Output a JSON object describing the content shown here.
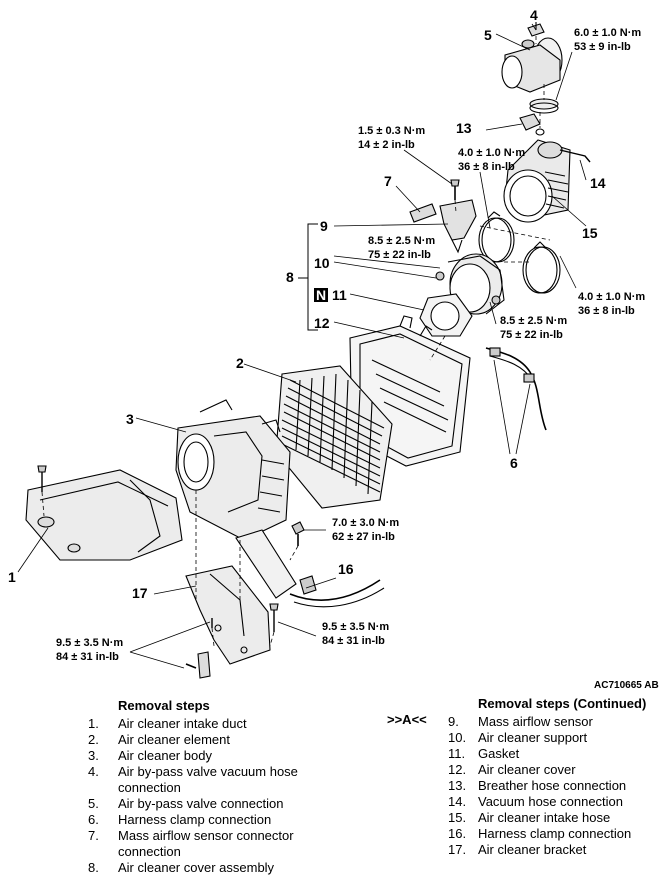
{
  "callouts": [
    "1",
    "2",
    "3",
    "4",
    "5",
    "6",
    "7",
    "8",
    "9",
    "10",
    "11",
    "12",
    "13",
    "14",
    "15",
    "16",
    "17"
  ],
  "new_part_badge": "N",
  "torque_specs": {
    "t_5_top": [
      "6.0 ± 1.0 N·m",
      "53 ± 9 in-lb"
    ],
    "t_7_top": [
      "1.5 ± 0.3 N·m",
      "14 ± 2 in-lb"
    ],
    "t_clamp_upper": [
      "4.0 ± 1.0 N·m",
      "36 ± 8 in-lb"
    ],
    "t_10": [
      "8.5 ± 2.5 N·m",
      "75 ± 22 in-lb"
    ],
    "t_clamp_lower": [
      "4.0 ± 1.0 N·m",
      "36 ± 8 in-lb"
    ],
    "t_11": [
      "8.5 ± 2.5 N·m",
      "75 ± 22 in-lb"
    ],
    "t_body": [
      "7.0 ± 3.0 N·m",
      "62 ± 27 in-lb"
    ],
    "t_bracket_left": [
      "9.5 ± 3.5 N·m",
      "84 ± 31 in-lb"
    ],
    "t_bracket_right": [
      "9.5 ± 3.5 N·m",
      "84 ± 31 in-lb"
    ]
  },
  "figure_code": "AC710665 AB",
  "removal_steps": {
    "title": "Removal steps",
    "items": [
      {
        "num": "1.",
        "text": "Air cleaner intake duct"
      },
      {
        "num": "2.",
        "text": "Air cleaner element"
      },
      {
        "num": "3.",
        "text": "Air cleaner body"
      },
      {
        "num": "4.",
        "text": "Air by-pass valve vacuum hose"
      },
      {
        "num": "",
        "text": "connection"
      },
      {
        "num": "5.",
        "text": "Air by-pass valve connection"
      },
      {
        "num": "6.",
        "text": "Harness clamp connection"
      },
      {
        "num": "7.",
        "text": "Mass airflow sensor connector"
      },
      {
        "num": "",
        "text": "connection"
      },
      {
        "num": "8.",
        "text": "Air cleaner cover assembly"
      }
    ]
  },
  "removal_steps_continued": {
    "title": "Removal steps (Continued)",
    "marker": ">>A<<",
    "items": [
      {
        "num": "9.",
        "text": "Mass airflow sensor"
      },
      {
        "num": "10.",
        "text": "Air cleaner support"
      },
      {
        "num": "11.",
        "text": "Gasket"
      },
      {
        "num": "12.",
        "text": "Air cleaner cover"
      },
      {
        "num": "13.",
        "text": "Breather hose connection"
      },
      {
        "num": "14.",
        "text": "Vacuum hose connection"
      },
      {
        "num": "15.",
        "text": "Air cleaner intake hose"
      },
      {
        "num": "16.",
        "text": "Harness clamp connection"
      },
      {
        "num": "17.",
        "text": "Air cleaner bracket"
      }
    ]
  }
}
